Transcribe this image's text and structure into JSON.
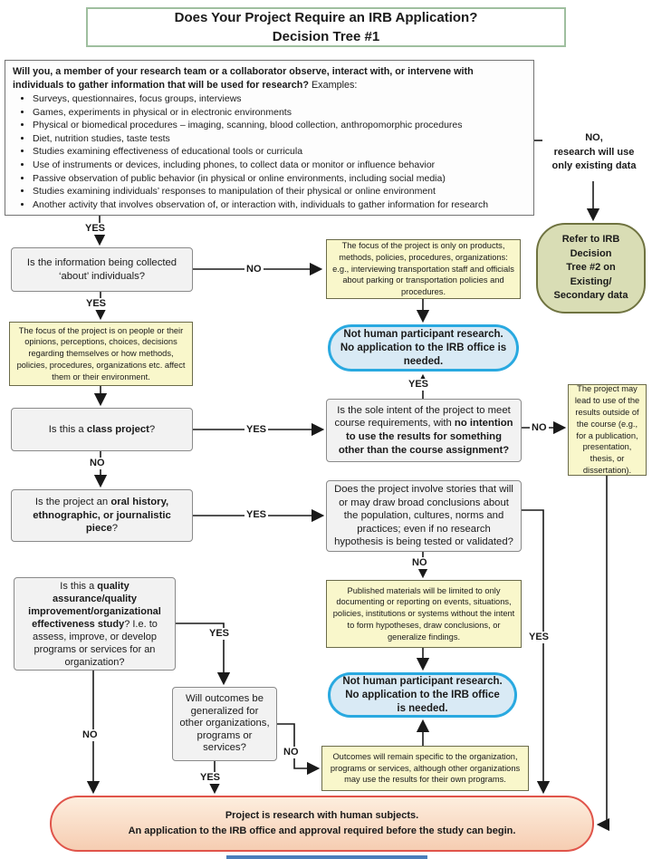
{
  "title": {
    "line1": "Does Your Project Require an IRB Application?",
    "line2": "Decision Tree #1"
  },
  "main_question": {
    "bold_text": "Will you, a member of your research team or a collaborator observe, interact with, or intervene with individuals to gather information that will be used for research?",
    "examples_label": " Examples:",
    "examples": [
      "Surveys, questionnaires, focus groups, interviews",
      "Games, experiments in physical or in electronic environments",
      "Physical or biomedical procedures – imaging, scanning, blood collection, anthropomorphic procedures",
      "Diet, nutrition studies, taste tests",
      "Studies examining effectiveness of educational tools or curricula",
      "Use of instruments or devices, including phones, to collect data or monitor or influence behavior",
      "Passive observation of public behavior (in physical or online environments, including social media)",
      "Studies examining individuals’ responses to manipulation of their physical or online environment",
      "Another activity that involves observation of, or interaction with, individuals to gather information for research"
    ]
  },
  "labels": {
    "yes": "YES",
    "no": "NO",
    "no_existing_line1": "NO,",
    "no_existing_line2": "research will use",
    "no_existing_line3": "only existing data"
  },
  "questions": {
    "about": "Is the information being collected ‘about’ individuals?",
    "class_pre": "Is this a ",
    "class_bold": "class project",
    "class_post": "?",
    "sole_pre": "Is the sole intent of the project to meet course requirements, with ",
    "sole_bold": "no intention to use the results for something other than the course assignment?",
    "oral_pre": "Is the project an ",
    "oral_bold": "oral history, ethnographic, or journalistic piece",
    "oral_post": "?",
    "stories": "Does the project involve stories that will or may draw broad conclusions about the population, cultures, norms and practices; even if no research hypothesis is being tested or validated?",
    "quality_pre": "Is this a ",
    "quality_bold": "quality assurance/quality improvement/organizational effectiveness study",
    "quality_post": "?  I.e. to assess, improve, or develop programs or services for an organization?",
    "outcomes": "Will outcomes be generalized for other organizations, programs or services?"
  },
  "info": {
    "focus_products": "The focus of the project is only on products, methods, policies, procedures, organizations: e.g., interviewing transportation staff and officials about parking or transportation policies and procedures.",
    "focus_people": "The focus of the project is on people or their opinions, perceptions, choices, decisions regarding themselves or how methods, policies, procedures, organizations etc. affect them or their environment.",
    "results_outside": "The project may lead to use of the results outside of the course (e.g., for a publication, presentation, thesis, or dissertation).",
    "published_limited": "Published materials will be limited to only documenting or reporting on events, situations, policies, institutions or systems without the intent to form hypotheses, draw conclusions, or generalize findings.",
    "outcomes_specific": "Outcomes will remain specific to the organization, programs or services, although other organizations may use the results for their own programs."
  },
  "terminals": {
    "refer_tree2": "Refer to IRB Decision\nTree #2 on Existing/\nSecondary data",
    "not_human": "Not human participant research. No application to the IRB office is needed.",
    "research_line1": "Project is research with human subjects.",
    "research_line2": "An application to the IRB office and approval required before the study can begin."
  },
  "colors": {
    "title_border": "#9fbf9f",
    "yellow_fill": "#f9f7cb",
    "green_fill": "#d9ddb5",
    "green_border": "#6f7340",
    "blue_fill": "#d9eaf5",
    "blue_border": "#29a9e0",
    "red_fill": "#f6cdb2",
    "red_border": "#e0544a",
    "footer_bar": "#4a7ebb"
  }
}
